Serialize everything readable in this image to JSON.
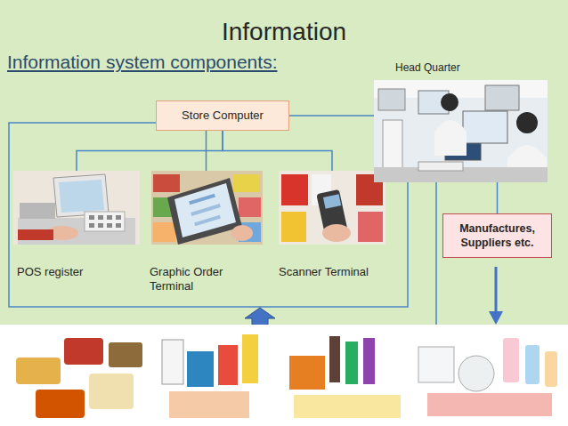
{
  "diagram": {
    "title": "Information",
    "nodes": [
      {
        "text": [
          "Store Computer"
        ]
      },
      {
        "text": [
          "Head Quarter"
        ]
      },
      {
        "text": [
          "POS register"
        ]
      },
      {
        "text": [
          "Graphic Order Terminal"
        ]
      },
      {
        "text": [
          "Scanner Terminal"
        ]
      },
      {
        "text": [
          "Manufactures, Suppliers etc."
        ]
      }
    ],
    "edges": [
      {
        "from": 0,
        "to": 2,
        "arrow": "none"
      },
      {
        "from": 0,
        "to": 3,
        "arrow": "none"
      },
      {
        "from": 0,
        "to": 4,
        "arrow": "none"
      },
      {
        "from": 0,
        "to": 1,
        "arrow": "none"
      },
      {
        "from": 1,
        "to": 5,
        "arrow": "none"
      }
    ],
    "labels": [
      "Information system components:"
    ]
  }
}
